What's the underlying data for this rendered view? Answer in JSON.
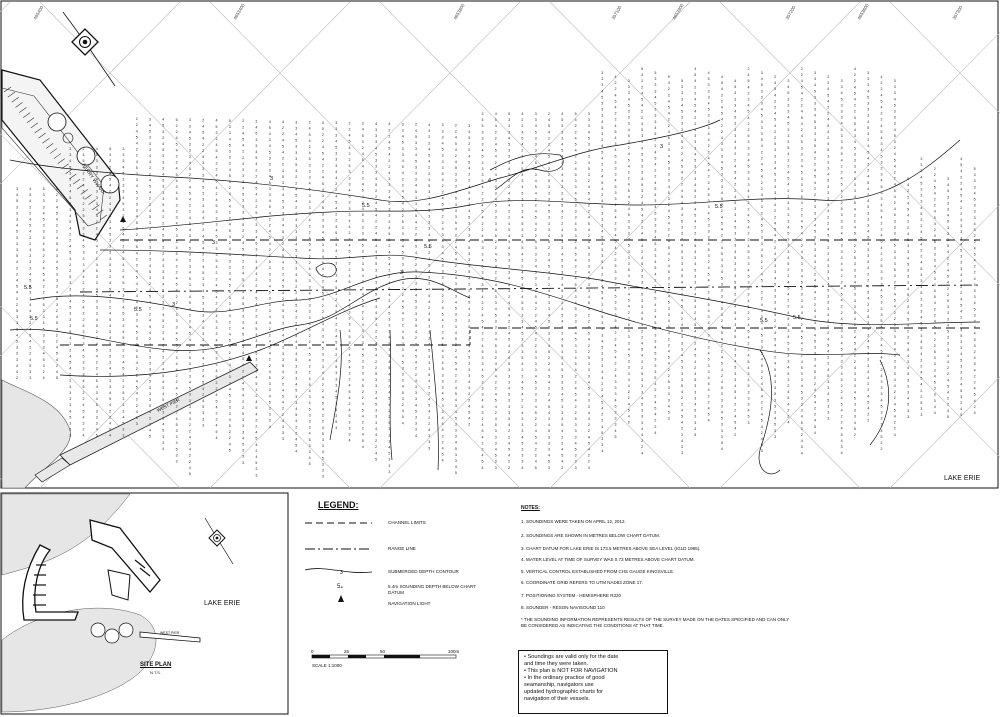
{
  "map": {
    "lake_label": "LAKE ERIE",
    "ferry_wharf_label": "FERRY WHARF",
    "west_pier_label": "WEST PIER",
    "grid_labels": [
      "495400",
      "4653400",
      "4653800",
      "357100",
      "4653900",
      "357200",
      "4653600",
      "357300"
    ],
    "contour_labels": [
      "3",
      "3",
      "3",
      "3",
      "3",
      "4",
      "5.5",
      "5.5",
      "5.5",
      "5.5",
      "5.5",
      "5.5",
      "5.5",
      "5.5"
    ]
  },
  "legend": {
    "title": "LEGEND:",
    "items": [
      {
        "label": "CHANNEL LIMITS"
      },
      {
        "label": "RANGE LINE"
      },
      {
        "label": "SUBMERGED DEPTH CONTOUR"
      },
      {
        "label": "5.4m SOUNDING DEPTH BELOW CHART DATUM",
        "symbol": "5₄"
      },
      {
        "label": "NAVIGATION LIGHT"
      }
    ]
  },
  "scale": {
    "ticks": [
      "0",
      "25",
      "50",
      "100m"
    ],
    "label": "SCALE 1:1000"
  },
  "notes": {
    "title": "NOTES:",
    "items": [
      "1. SOUNDINGS WERE TAKEN ON APRIL 12, 2012.",
      "2. SOUNDINGS ARE SHOWN IN METRES BELOW CHART DATUM.",
      "3. CHART DATUM FOR LAKE ERIE IS 173.5 METRES ABOVE SEA LEVEL (IGLD 1985).",
      "4. WATER LEVEL AT TIME OF SURVEY WAS 0.73 METRES ABOVE CHART DATUM.",
      "5. VERTICAL CONTROL ESTABLISHED FROM CHS GAUGE KINGSVILLE.",
      "6. COORDINATE GRID REFERS TO UTM NAD83 ZONE 17.",
      "7. POSITIONING SYSTEM - HEMISPHERE R320",
      "8. SOUNDER - RESON NAVISOUND 110",
      "* THE SOUNDING INFORMATION REPRESENTS RESULTS OF THE SURVEY MADE ON THE DATES SPECIFIED AND CAN ONLY BE CONSIDERED AS INDICATING THE CONDITIONS AT THAT TIME."
    ]
  },
  "warning": {
    "lines": [
      "• Soundings are valid only for the date",
      "  and time they were taken.",
      "• This plan is NOT FOR NAVIGATION",
      "• In the ordinary practice of good",
      "  seamanship, navigators use",
      "  updated hydrographic charts for",
      "  navigation of their vessels."
    ]
  },
  "site_plan": {
    "title": "SITE PLAN",
    "subtitle": "N.T.S.",
    "lake_label": "LAKE ERIE",
    "pier_label": "WEST PIER"
  },
  "colors": {
    "ink": "#111111",
    "land": "#e6e6e6",
    "grid": "#bdbdbd"
  }
}
